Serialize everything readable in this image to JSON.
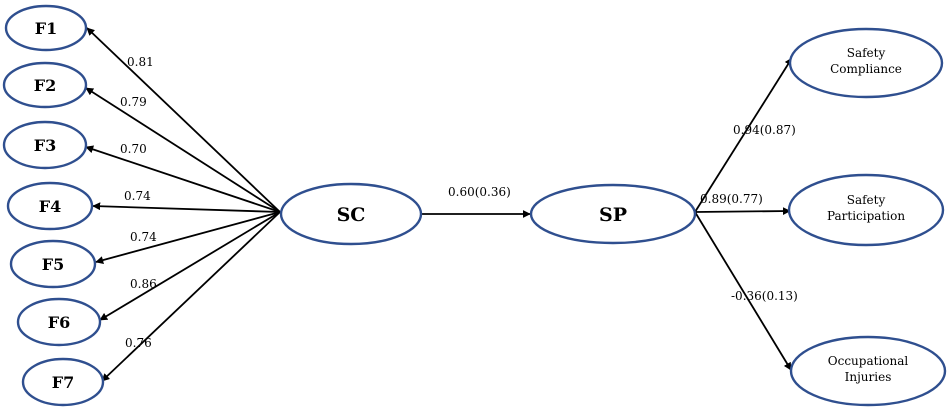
{
  "nodes": {
    "F1": {
      "label": "F1"
    },
    "F2": {
      "label": "F2"
    },
    "F3": {
      "label": "F3"
    },
    "F4": {
      "label": "F4"
    },
    "F5": {
      "label": "F5"
    },
    "F6": {
      "label": "F6"
    },
    "F7": {
      "label": "F7"
    },
    "SC": {
      "label": "SC"
    },
    "SP": {
      "label": "SP"
    },
    "SafetyCompliance": {
      "line1": "Safety",
      "line2": "Compliance"
    },
    "SafetyParticipation": {
      "line1": "Safety",
      "line2": "Participation"
    },
    "OccupationalInjuries": {
      "line1": "Occupational",
      "line2": "Injuries"
    }
  },
  "edges": {
    "SC_F1": "0.81",
    "SC_F2": "0.79",
    "SC_F3": "0.70",
    "SC_F4": "0.74",
    "SC_F5": "0.74",
    "SC_F6": "0.86",
    "SC_F7": "0.76",
    "SC_SP": "0.60(0.36)",
    "SP_SafetyCompliance": "0.94(0.87)",
    "SP_SafetyParticipation": "0.89(0.77)",
    "SP_OccupationalInjuries": "-0.36(0.13)"
  },
  "colors": {
    "node_stroke": "#2f4f8f",
    "edge": "#000000"
  }
}
